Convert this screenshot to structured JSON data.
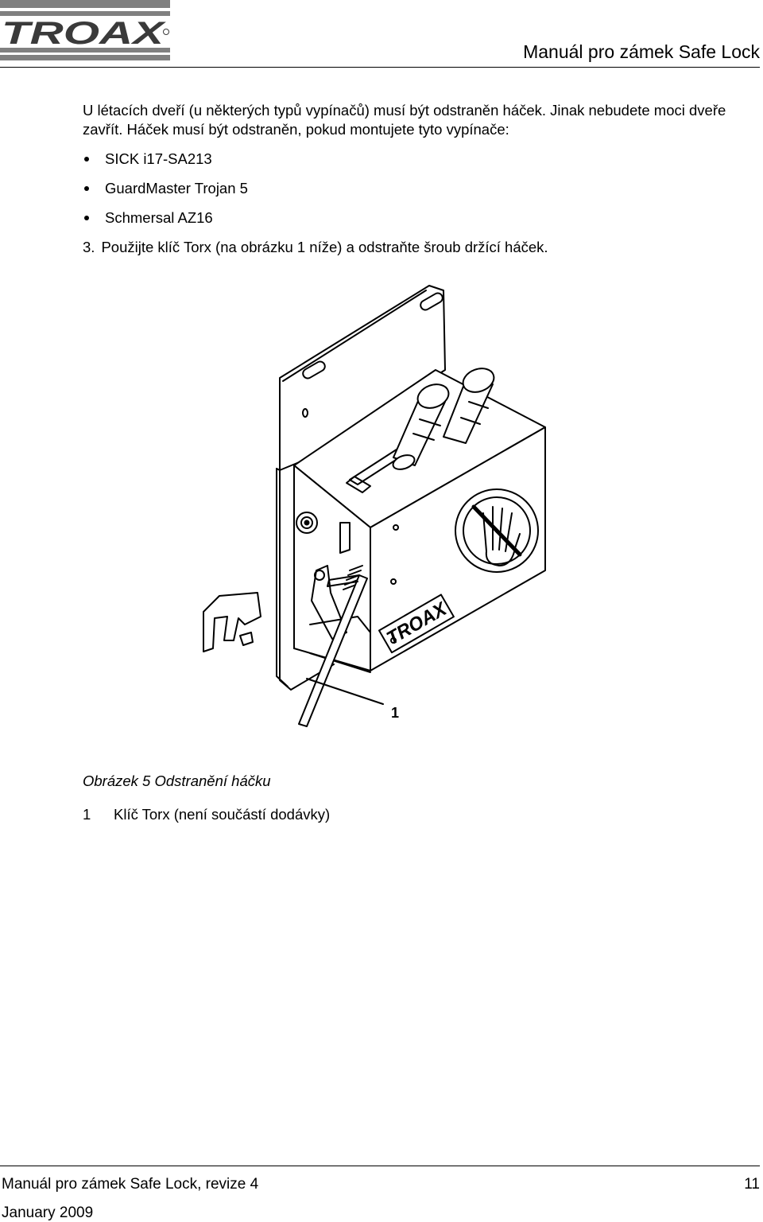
{
  "header": {
    "logo_text": "TROAX",
    "title": "Manuál pro zámek Safe Lock"
  },
  "content": {
    "intro": "U létacích dveří (u některých typů vypínačů) musí být odstraněn háček. Jinak nebudete moci dveře zavřít. Háček musí být odstraněn, pokud montujete tyto vypínače:",
    "bullets": [
      "SICK i17-SA213",
      "GuardMaster Trojan 5",
      "Schmersal AZ16"
    ],
    "step": {
      "number": "3.",
      "text": "Použijte klíč Torx (na obrázku  1 níže) a odstraňte šroub držící háček."
    }
  },
  "figure": {
    "callout": "1",
    "caption": "Obrázek 5 Odstranění háčku",
    "legend": [
      {
        "number": "1",
        "text": "Klíč Torx (není součástí dodávky)"
      }
    ],
    "icons": [
      "troax-logo",
      "no-hand-warning-icon"
    ]
  },
  "footer": {
    "left": "Manuál pro zámek Safe Lock, revize 4",
    "page": "11",
    "date": "January 2009"
  }
}
